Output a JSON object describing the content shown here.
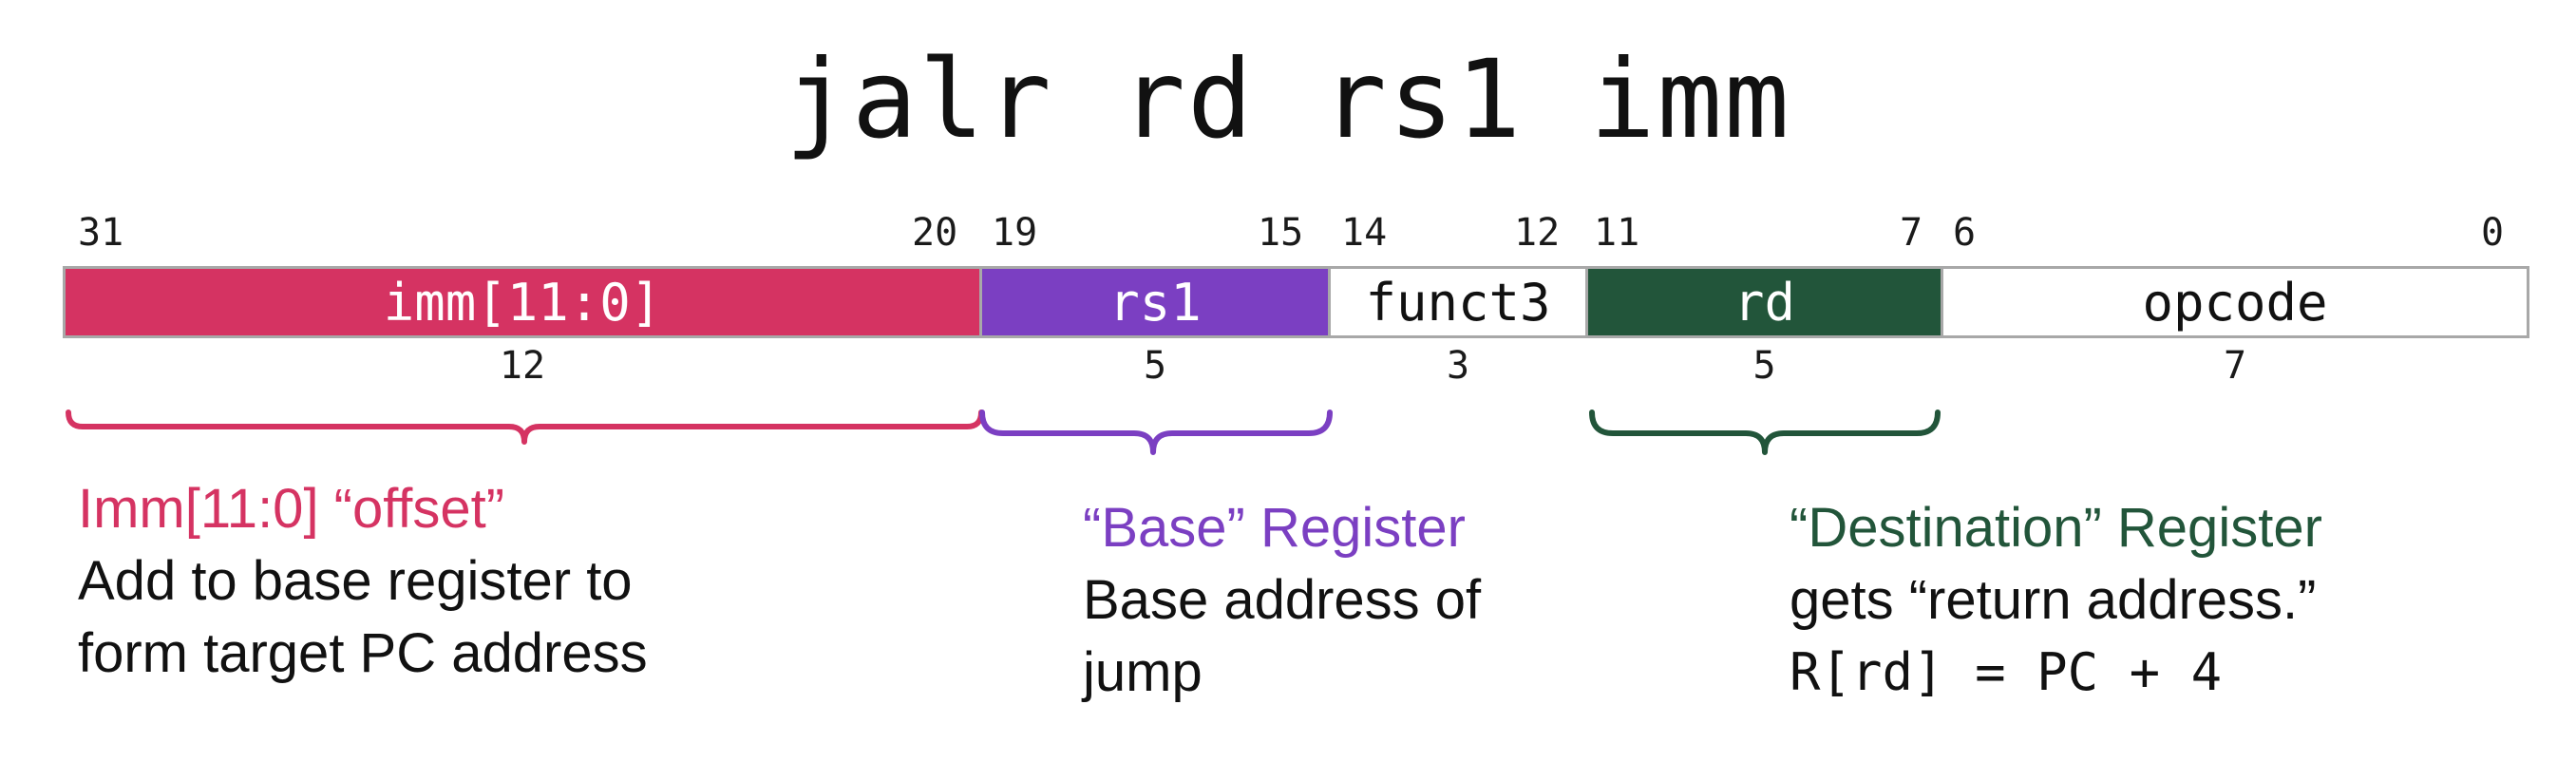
{
  "title": "jalr rd rs1 imm",
  "colors": {
    "imm": "#d53362",
    "rs1": "#7b3fc2",
    "funct3": "#ffffff",
    "rd": "#22553a",
    "opcode": "#ffffff",
    "text": "#111111"
  },
  "fields": [
    {
      "label": "imm[11:0]",
      "hi": "31",
      "lo": "20",
      "width": "12"
    },
    {
      "label": "rs1",
      "hi": "19",
      "lo": "15",
      "width": "5"
    },
    {
      "label": "funct3",
      "hi": "14",
      "lo": "12",
      "width": "3"
    },
    {
      "label": "rd",
      "hi": "11",
      "lo": "7",
      "width": "5"
    },
    {
      "label": "opcode",
      "hi": "6",
      "lo": "0",
      "width": "7"
    }
  ],
  "annotations": {
    "imm": {
      "title": "Imm[11:0] “offset”",
      "lines": [
        "Add to base register to",
        "form target PC address"
      ]
    },
    "rs1": {
      "title": "“Base” Register",
      "lines": [
        "Base address of",
        "jump"
      ]
    },
    "rd": {
      "title": "“Destination” Register",
      "lines": [
        "gets “return address.”"
      ],
      "code": "R[rd] = PC + 4"
    }
  }
}
